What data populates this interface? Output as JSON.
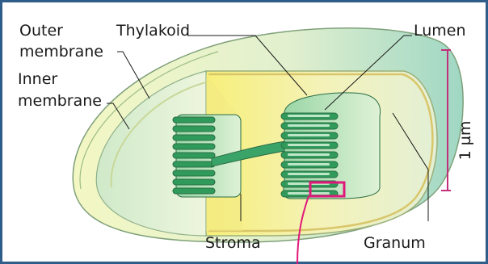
{
  "labels": {
    "outer_membrane_1": "Outer",
    "outer_membrane_2": "membrane",
    "inner_membrane_1": "Inner",
    "inner_membrane_2": "membrane",
    "thylakoid": "Thylakoid",
    "lumen": "Lumen",
    "stroma": "Stroma",
    "granum": "Granum",
    "scale": "1 µm"
  },
  "colors": {
    "frame_border": "#2f5d8a",
    "outer_membrane": "#e4f2d0",
    "stroma": "#f5f2b8",
    "stroma_yellow": "#f7ef8a",
    "thylakoid_dark": "#2f9a5a",
    "thylakoid_light": "#bfe6c8",
    "scale_bar": "#c0307a",
    "highlight_box": "#e0187a"
  }
}
